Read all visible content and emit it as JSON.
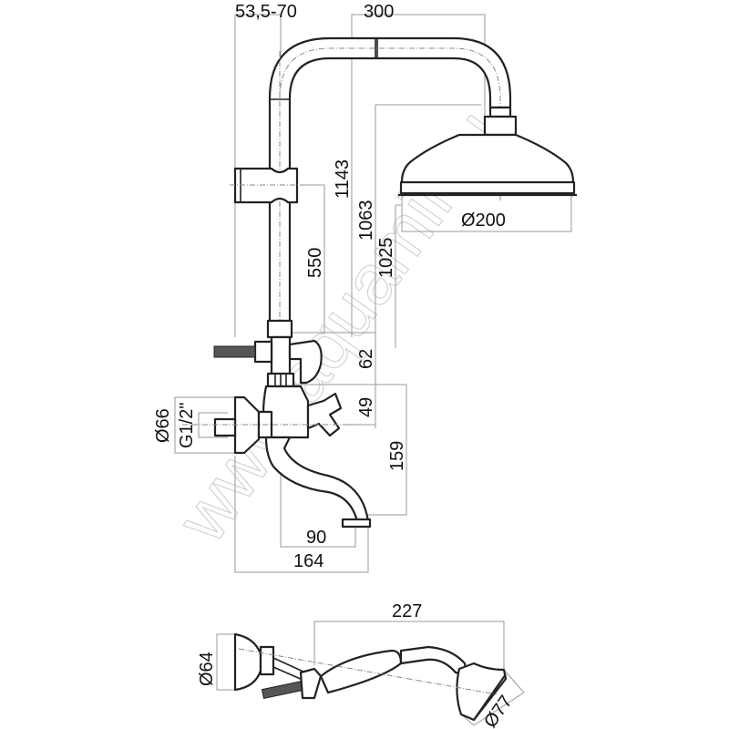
{
  "drawing": {
    "title": "Bath/shower mixer set dimension drawing",
    "watermark": "www.aquamir.ru",
    "units": "mm",
    "dimensions": {
      "wall_offset": "53,5-70",
      "arm_reach": "300",
      "height_total": "1143",
      "height_head_top": "1063",
      "height_head_bottom": "1025",
      "slider_height": "550",
      "head_diameter": "Ø200",
      "diverter_height": "62",
      "valve_to_axis": "49",
      "spout_drop": "159",
      "escutcheon_diameter": "Ø66",
      "inlet_thread": "G1/2\"",
      "spout_reach_axis": "90",
      "spout_reach_wall": "164",
      "hand_shower_length": "227",
      "holder_diameter": "Ø64",
      "hand_head_diameter": "Ø77"
    }
  },
  "colors": {
    "line": "#222222",
    "dimension": "#9a9a9a",
    "watermark": "#d4d4d4",
    "background": "#ffffff"
  }
}
